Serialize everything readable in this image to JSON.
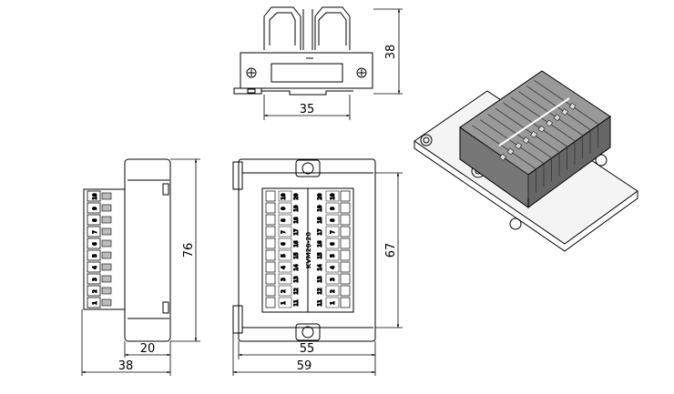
{
  "dimensions": {
    "top_width": "35",
    "top_height": "38",
    "side_inner_width": "20",
    "side_total_width": "38",
    "side_height": "76",
    "front_inner_width": "55",
    "front_total_width": "59",
    "front_height": "67"
  },
  "model_label": "KVM20-20",
  "terminal_numbers": {
    "left_column": [
      "10",
      "9",
      "8",
      "7",
      "6",
      "5",
      "4",
      "3",
      "2",
      "1"
    ],
    "inner_left": [
      "20",
      "19",
      "18",
      "17",
      "16",
      "15",
      "14",
      "13",
      "12",
      "11"
    ],
    "inner_right": [
      "20",
      "19",
      "18",
      "17",
      "16",
      "15",
      "14",
      "13",
      "12",
      "11"
    ]
  },
  "colors": {
    "line": "#000000",
    "background": "#ffffff",
    "body_gray": "#888888"
  },
  "views": [
    "top-view",
    "side-view",
    "front-view",
    "isometric-view"
  ]
}
